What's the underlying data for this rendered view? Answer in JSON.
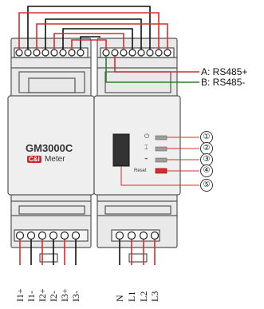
{
  "model": "GM3000C",
  "brand_badge": "C&I",
  "brand_suffix": "Meter",
  "reset_label": "Reset",
  "led_icons": [
    "power-icon",
    "rs485-icon",
    "signal-icon"
  ],
  "glyphs": {
    "power": "⏻",
    "rs485": "⌶",
    "signal": "⌁"
  },
  "callouts": {
    "a": "A: RS485+",
    "b": "B: RS485-"
  },
  "numbers": [
    "①",
    "②",
    "③",
    "④",
    "⑤"
  ],
  "terminals_left": [
    "I1+",
    "I1-",
    "I2+",
    "I2-",
    "I3+",
    "I3-"
  ],
  "terminals_right": [
    "N",
    "L1",
    "L2",
    "L3"
  ],
  "colors": {
    "red": "#d32f2f",
    "green": "#2e7d32",
    "black": "#111111",
    "housing": "#e6e6e6",
    "housing_stroke": "#555555"
  }
}
